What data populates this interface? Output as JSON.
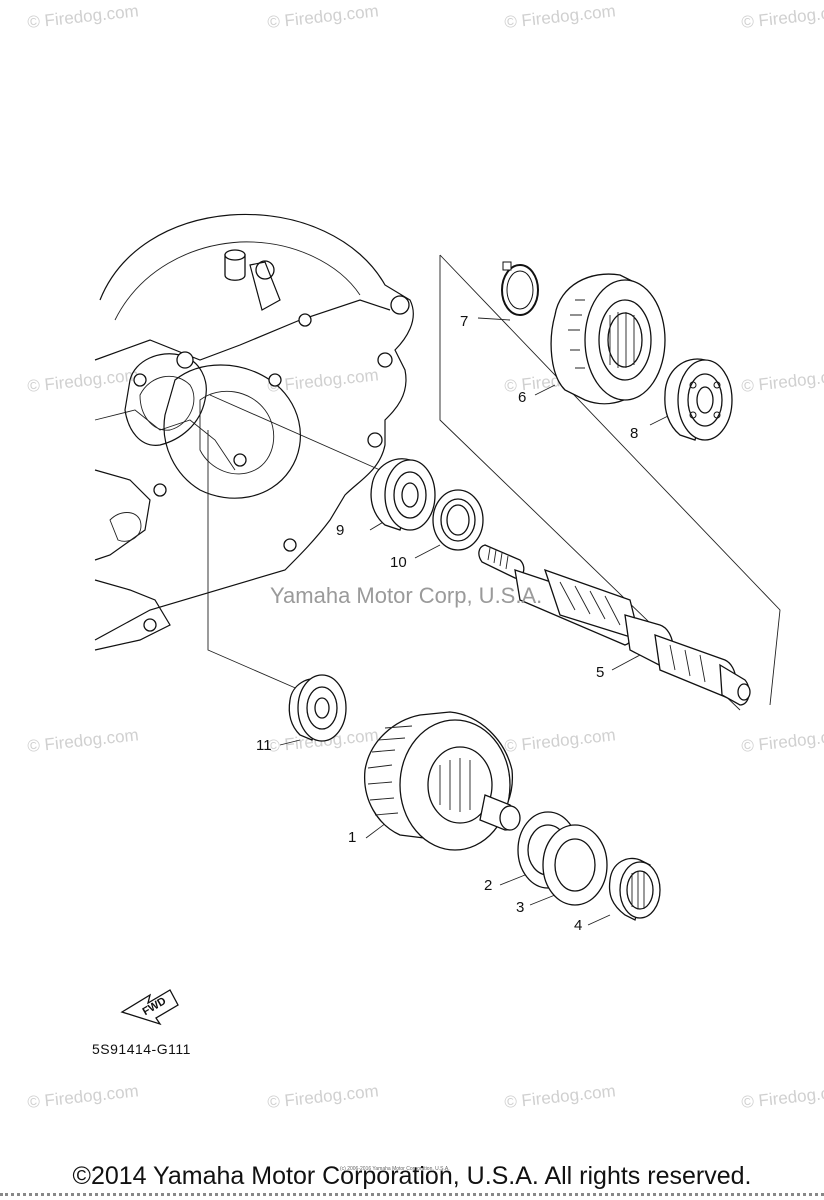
{
  "watermark": {
    "text": "© Firedog.com"
  },
  "center_watermark": "Yamaha Motor Corp, U.S.A.",
  "callouts": [
    "1",
    "2",
    "3",
    "4",
    "5",
    "6",
    "7",
    "8",
    "9",
    "10",
    "11"
  ],
  "fwd_label": "FWD",
  "diagram_code": "5S91414-G111",
  "tiny_notice": "(c) 2006-2016 Yamaha Motor Corporation, U.S.A.",
  "copyright": "©2014 Yamaha Motor Corporation, U.S.A. All rights reserved."
}
